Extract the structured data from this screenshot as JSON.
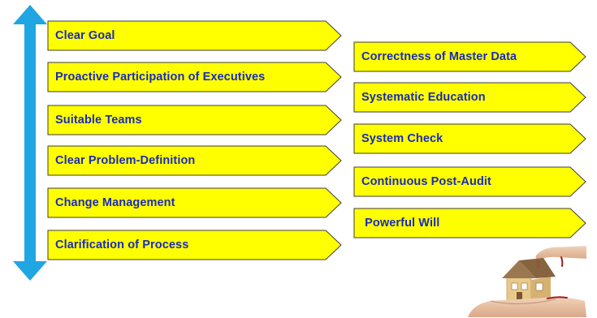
{
  "colors": {
    "banner_fill": "#ffff00",
    "banner_stroke": "#3d3d3d",
    "banner_text": "#1a2bb8",
    "arrow": "#1fa6e3"
  },
  "left_column": [
    {
      "label": "Clear Goal"
    },
    {
      "label": "Proactive Participation of Executives"
    },
    {
      "label": "Suitable Teams"
    },
    {
      "label": "Clear Problem-Definition"
    },
    {
      "label": "Change Management"
    },
    {
      "label": "Clarification of Process"
    }
  ],
  "right_column": [
    {
      "label": "Correctness of  Master Data"
    },
    {
      "label": "Systematic Education"
    },
    {
      "label": "System Check"
    },
    {
      "label": "Continuous Post-Audit"
    },
    {
      "label": " Powerful Will"
    }
  ],
  "icons": {
    "arrow": "double-headed-vertical-arrow",
    "photo": "house-in-hand-photo"
  }
}
